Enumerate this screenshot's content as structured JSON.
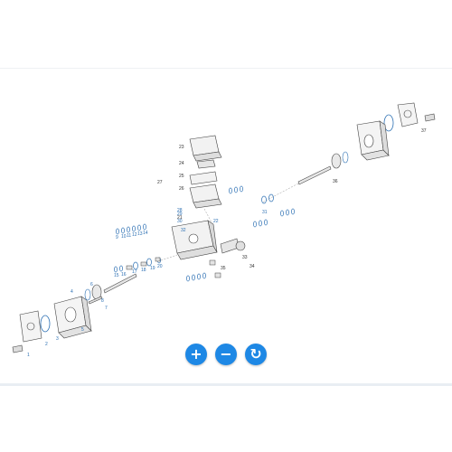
{
  "viewer": {
    "controls": [
      {
        "name": "zoom-in-button",
        "glyph": "+",
        "icon": "plus-icon"
      },
      {
        "name": "zoom-out-button",
        "glyph": "−",
        "icon": "minus-icon"
      },
      {
        "name": "reset-view-button",
        "glyph": "↻",
        "icon": "reset-icon"
      }
    ]
  },
  "diagram": {
    "callouts": {
      "c1": "1",
      "c2": "2",
      "c3": "3",
      "c4": "4",
      "c5": "5",
      "c6": "6",
      "c7": "7",
      "c8": "8",
      "c9": "9",
      "c10": "10",
      "c11": "11",
      "c12": "12",
      "c13": "13",
      "c14": "14",
      "c15": "15",
      "c16": "16",
      "c17": "17",
      "c18": "18",
      "c19": "19",
      "c20": "20",
      "c21": "21",
      "c22": "22",
      "c23": "23",
      "c24": "24",
      "c25": "25",
      "c26": "26",
      "c27": "27",
      "c28": "28",
      "c29": "29",
      "c30": "30",
      "c31": "31",
      "c32": "32",
      "c33": "33",
      "c34": "34",
      "c35": "35",
      "c36": "36",
      "c37": "37"
    }
  }
}
